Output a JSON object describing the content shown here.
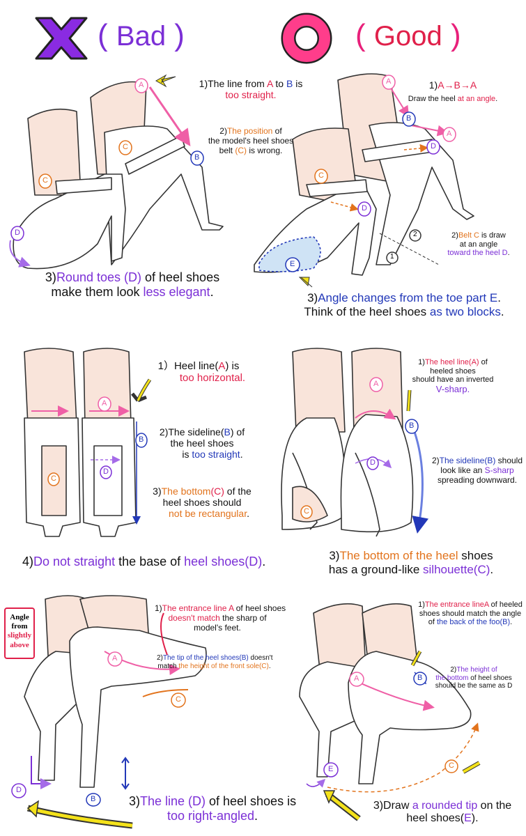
{
  "headers": {
    "bad": {
      "open": "(",
      "word": "Bad",
      "close": ")"
    },
    "good": {
      "open": "(",
      "word": "Good",
      "close": ")"
    }
  },
  "labels": {
    "A": "A",
    "B": "B",
    "C": "C",
    "D": "D",
    "E": "E",
    "one": "1",
    "two": "2"
  },
  "p1_bad": {
    "n1_a": "1)The line from ",
    "n1_b": "A",
    "n1_c": " to ",
    "n1_d": "B",
    "n1_e": " is",
    "n1_f": "too straight.",
    "n2_a": "2)",
    "n2_b": "The position",
    "n2_c": " of",
    "n2_d": "the model's heel shoes",
    "n2_e": "belt ",
    "n2_f": "(C)",
    "n2_g": " is wrong.",
    "n3_a": "3)",
    "n3_b": "Round toes (D)",
    "n3_c": " of heel shoes",
    "n3_d": "make them look ",
    "n3_e": "less elegant",
    "n3_f": "."
  },
  "p1_good": {
    "n1_a": "1)",
    "n1_b": "A→B→A",
    "n1_c": "Draw the heel ",
    "n1_d": "at an angle",
    "n1_e": ".",
    "n2_a": "2)",
    "n2_b": "Belt C",
    "n2_c": " is draw",
    "n2_d": "at an angle",
    "n2_e": "toward the heel D",
    "n2_f": ".",
    "n3_a": "3)",
    "n3_b": "Angle changes from the toe part E",
    "n3_c": ".",
    "n3_d": "Think of the heel shoes ",
    "n3_e": "as two blocks",
    "n3_f": "."
  },
  "p2_bad": {
    "n1_a": "1）Heel line(",
    "n1_b": "A",
    "n1_c": ") is",
    "n1_d": "too horizontal.",
    "n2_a": "2)The sideline(",
    "n2_b": "B",
    "n2_c": ") of",
    "n2_d": "the heel shoes",
    "n2_e": "is ",
    "n2_f": "too straight",
    "n2_g": ".",
    "n3_a": "3)",
    "n3_b": "The bottom",
    "n3_c": "(C)",
    "n3_d": " of the",
    "n3_e": "heel shoes should",
    "n3_f": "not be rectangular",
    "n3_g": ".",
    "n4_a": "4)",
    "n4_b": "Do not straight",
    "n4_c": " the base of ",
    "n4_d": "heel shoes(D)",
    "n4_e": "."
  },
  "p2_good": {
    "n1_a": "1)",
    "n1_b": "The heel line(A)",
    "n1_c": " of",
    "n1_d": "heeled shoes",
    "n1_e": "should have an inverted",
    "n1_f": "V-sharp.",
    "n2_a": "2)",
    "n2_b": "The sideline(B)",
    "n2_c": " should",
    "n2_d": "look like an ",
    "n2_e": "S-sharp",
    "n2_f": "spreading downward.",
    "n3_a": "3)",
    "n3_b": "The bottom of the heel",
    "n3_c": " shoes",
    "n3_d": "has a ground-like ",
    "n3_e": "silhouette(C)",
    "n3_f": "."
  },
  "p3_bad": {
    "bubble_1": "Angle",
    "bubble_2": "from",
    "bubble_3": "slightly",
    "bubble_4": "above",
    "n1_a": "1)",
    "n1_b": "The entrance line A",
    "n1_c": " of heel shoes",
    "n1_d": "doesn't match",
    "n1_e": " the sharp of",
    "n1_f": "model's feet.",
    "n2_a": "2)",
    "n2_b": "The tip of the heel shoes(B)",
    "n2_c": " doesn't",
    "n2_d": "match ",
    "n2_e": "the height of the front sole(C)",
    "n2_f": ".",
    "n3_a": "3)",
    "n3_b": "The line (D)",
    "n3_c": " of heel shoes is",
    "n3_d": "too right-angled",
    "n3_e": "."
  },
  "p3_good": {
    "n1_a": "1)",
    "n1_b": "The entrance lineA",
    "n1_c": " of heeled",
    "n1_d": "shoes should match the angle",
    "n1_e": "of ",
    "n1_f": "the back of the foo(B)",
    "n1_g": ".",
    "n2_a": "2)",
    "n2_b": "The height of",
    "n2_c": "the bottom",
    "n2_d": " of heel shoes",
    "n2_e": "should be the same as D",
    "n3_a": "3)Draw ",
    "n3_b": "a rounded tip",
    "n3_c": " on the",
    "n3_d": "heel shoes(",
    "n3_e": "E",
    "n3_f": ")."
  }
}
